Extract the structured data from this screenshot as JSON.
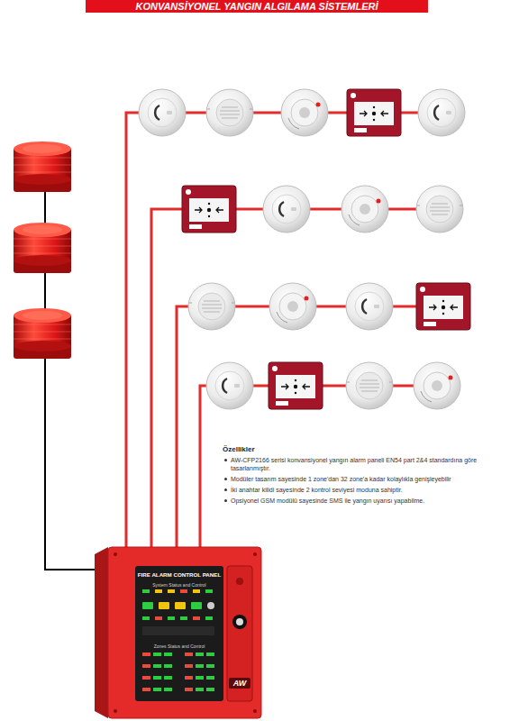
{
  "diagram": {
    "title": "KONVANSİYONEL YANGIN ALGILAMA SİSTEMLERİ",
    "nodes": [
      {
        "text": [
          "FIRE ALARM CONTROL PANEL",
          "System Status and Control",
          "Zones Status and Control"
        ]
      }
    ],
    "labels": [
      "Özellikler",
      "AW-CFP2166 serisi konvansiyonel yangın alarm paneli EN54 part 2&4 standardına göre tasarlanmıştır.",
      "Modüler tasarım sayesinde 1 zone'dan 32 zone'a kadar kolaylıkla genişleyebilir",
      "İki anahtar kilidi sayesinde 2 kontrol seviyesi moduna sahiptir.",
      "Opsiyonel GSM modülü sayesinde SMS ile yangın uyarısı yapabilme.",
      "AW"
    ]
  }
}
